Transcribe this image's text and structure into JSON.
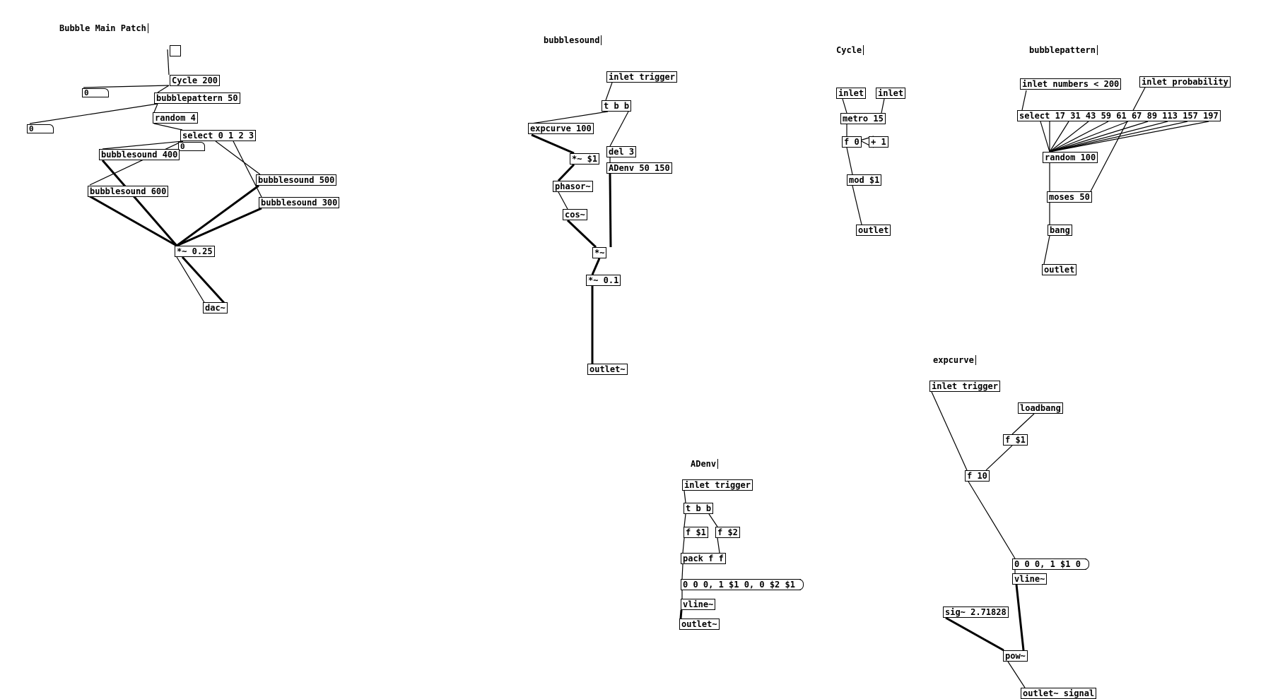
{
  "patches": {
    "main": {
      "title": "Bubble Main Patch",
      "objects": {
        "cycle": "Cycle 200",
        "bubblepattern": "bubblepattern 50",
        "random": "random 4",
        "select": "select 0 1 2 3",
        "bs400": "bubblesound 400",
        "bs600": "bubblesound 600",
        "bs500": "bubblesound 500",
        "bs300": "bubblesound 300",
        "mul": "*~ 0.25",
        "dac": "dac~"
      },
      "numbers": {
        "n1": "0",
        "n2": "0",
        "n3": "0"
      }
    },
    "bubblesound": {
      "title": "bubblesound",
      "objects": {
        "inlet": "inlet trigger",
        "tbb": "t b b",
        "expcurve": "expcurve 100",
        "mul1": "*~ $1",
        "del": "del 3",
        "adenv": "ADenv 50 150",
        "phasor": "phasor~",
        "cos": "cos~",
        "mul2": "*~",
        "mul3": "*~ 0.1",
        "outlet": "outlet~"
      }
    },
    "cycle": {
      "title": "Cycle",
      "objects": {
        "inlet1": "inlet",
        "inlet2": "inlet",
        "metro": "metro 15",
        "f": "f 0",
        "plus": "+ 1",
        "mod": "mod $1",
        "outlet": "outlet"
      }
    },
    "bubblepattern": {
      "title": "bubblepattern",
      "objects": {
        "inlet1": "inlet numbers < 200",
        "inlet2": "inlet probability",
        "select": "select 17 31 43 59 61 67 89 113 157 197",
        "random": "random 100",
        "moses": "moses 50",
        "bang": "bang",
        "outlet": "outlet"
      }
    },
    "adenv": {
      "title": "ADenv",
      "objects": {
        "inlet": "inlet trigger",
        "tbb": "t b b",
        "f1": "f $1",
        "f2": "f $2",
        "pack": "pack f f",
        "msg": "0 0 0, 1 $1 0, 0 $2 $1",
        "vline": "vline~",
        "outlet": "outlet~"
      }
    },
    "expcurve": {
      "title": "expcurve",
      "objects": {
        "inlet": "inlet trigger",
        "loadbang": "loadbang",
        "f1": "f $1",
        "f10": "f 10",
        "msg": "0 0 0, 1 $1 0",
        "vline": "vline~",
        "sig": "sig~ 2.71828",
        "pow": "pow~",
        "outlet": "outlet~ signal"
      }
    }
  }
}
